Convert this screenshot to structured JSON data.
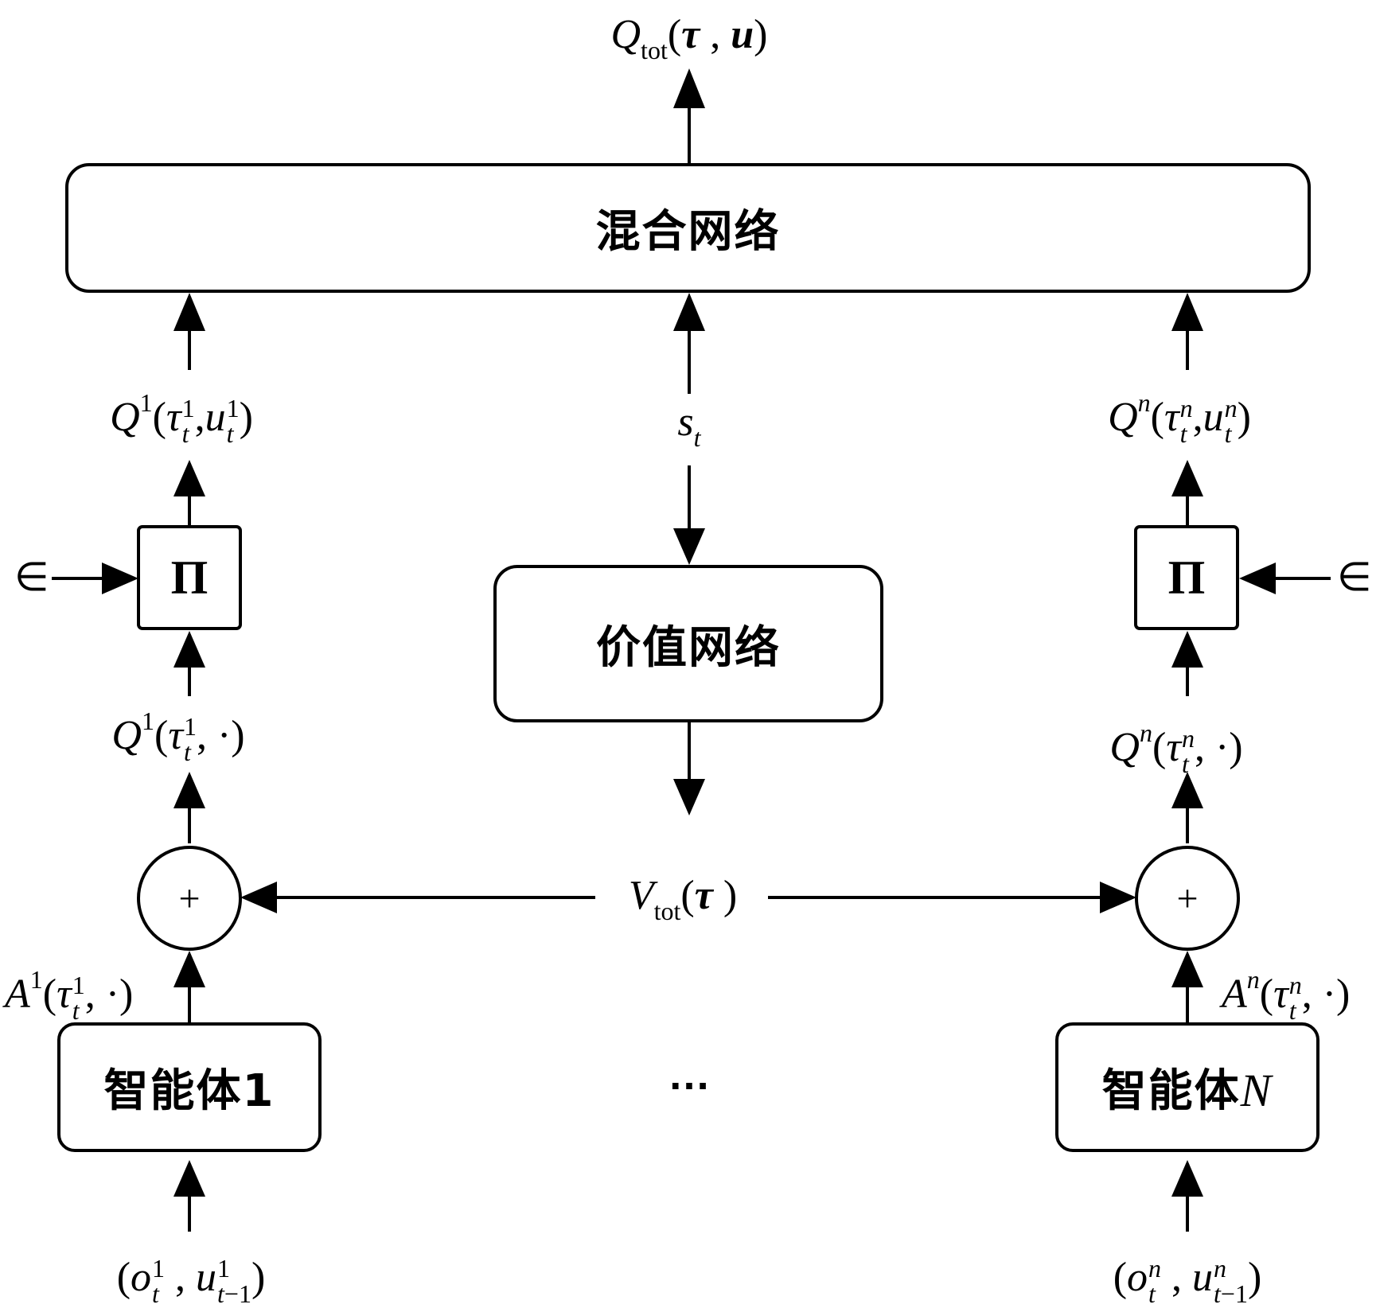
{
  "nodes": {
    "mixing_network": "混合网络",
    "value_network": "价值网络",
    "agent_1": "智能体1",
    "agent_n_prefix": "智能体",
    "agent_n_suffix": "N",
    "pi_symbol": "Π",
    "plus_symbol": "+",
    "ellipsis": "…"
  },
  "symbols": {
    "epsilon": "∈"
  }
}
